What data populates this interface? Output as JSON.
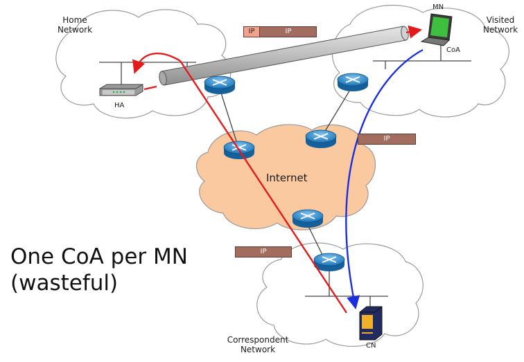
{
  "labels": {
    "home_network": [
      "Home",
      "Network"
    ],
    "visited_network": [
      "Visited",
      "Network"
    ],
    "correspondent_network": [
      "Correspondent",
      "Network"
    ],
    "mn": "MN",
    "coa": "CoA",
    "ha": "HA",
    "cn": "CN",
    "internet": "Internet"
  },
  "packets": {
    "tunnel_outer": "IP",
    "tunnel_inner": "IP",
    "right": "IP",
    "bottom": "IP"
  },
  "caption": [
    "One CoA per MN",
    "(wasteful)"
  ],
  "colors": {
    "cloud_fill": "#ffffff",
    "internet_fill": "#fbc99f",
    "router": "#2a83c4",
    "tunnel": "#b3b3b3",
    "red_path": "#e41a1a",
    "blue_path": "#1a2ee0",
    "packet": "#a26c5e"
  }
}
